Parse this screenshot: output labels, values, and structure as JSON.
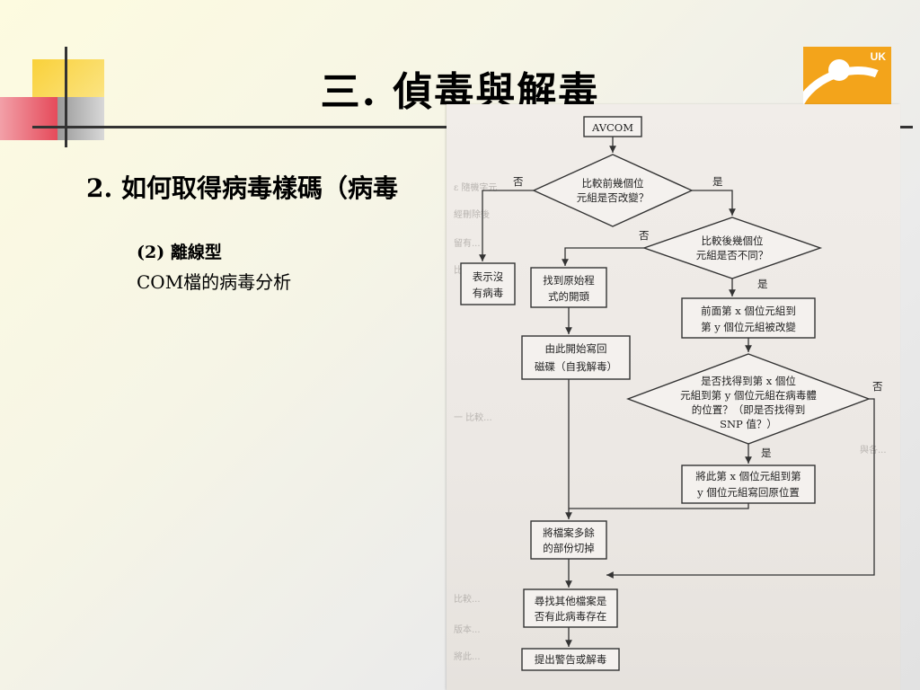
{
  "slide": {
    "title": "三. 偵毒與解毒",
    "subtitle": "2. 如何取得病毒樣碼（病毒",
    "item1": "(2) 離線型",
    "item2": "COM檔的病毒分析",
    "logo_text": "UK"
  },
  "flowchart": {
    "start": "AVCOM",
    "decision1": [
      "比較前幾個位",
      "元組是否改變？"
    ],
    "d1_no": "否",
    "d1_yes": "是",
    "no_virus": [
      "表示沒",
      "有病毒"
    ],
    "decision2": [
      "比較後幾個位",
      "元組是否不同？"
    ],
    "d2_no": "否",
    "d2_yes": "是",
    "find_start": [
      "找到原始程",
      "式的開頭"
    ],
    "changed": [
      "前面第 x 個位元組到",
      "第 y 個位元組被改變"
    ],
    "write_back": [
      "由此開始寫回",
      "磁碟（自我解毒）"
    ],
    "decision3": [
      "是否找得到第 x 個位",
      "元組到第 y 個位元組在病毒體",
      "的位置？（即是否找得到",
      "SNP 值？）"
    ],
    "d3_yes": "是",
    "d3_no": "否",
    "restore": [
      "將此第 x 個位元組到第",
      "y 個位元組寫回原位置"
    ],
    "truncate": [
      "將檔案多餘",
      "的部份切掉"
    ],
    "search_other": [
      "尋找其他檔案是",
      "否有此病毒存在"
    ],
    "warn": [
      "提出警告或解毒"
    ]
  }
}
